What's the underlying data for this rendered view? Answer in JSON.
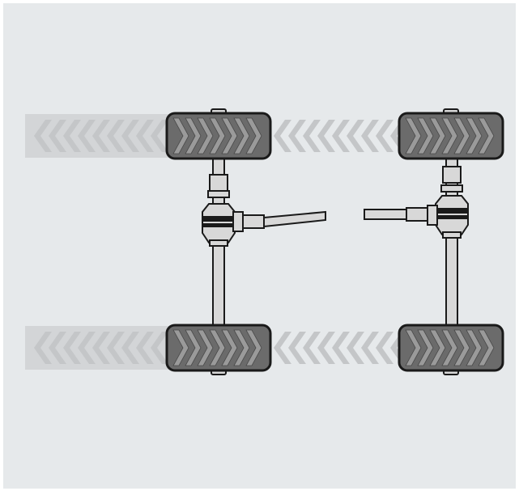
{
  "diagram": {
    "colors": {
      "background": "#e6e9eb",
      "frame": "#ffffff",
      "track": "#d3d5d7",
      "chevron_track": "#c4c6c8",
      "tire": "#6b6b6b",
      "tread": "#9a9a9a",
      "metal": "#d8d8d8",
      "outline": "#1a1a1a"
    },
    "axles": [
      {
        "name": "rear-axle-left",
        "has_differential": true
      },
      {
        "name": "rear-axle-right",
        "has_differential": true
      }
    ],
    "wheel_count": 4,
    "motion_indicator": "chevron-trail-left"
  }
}
